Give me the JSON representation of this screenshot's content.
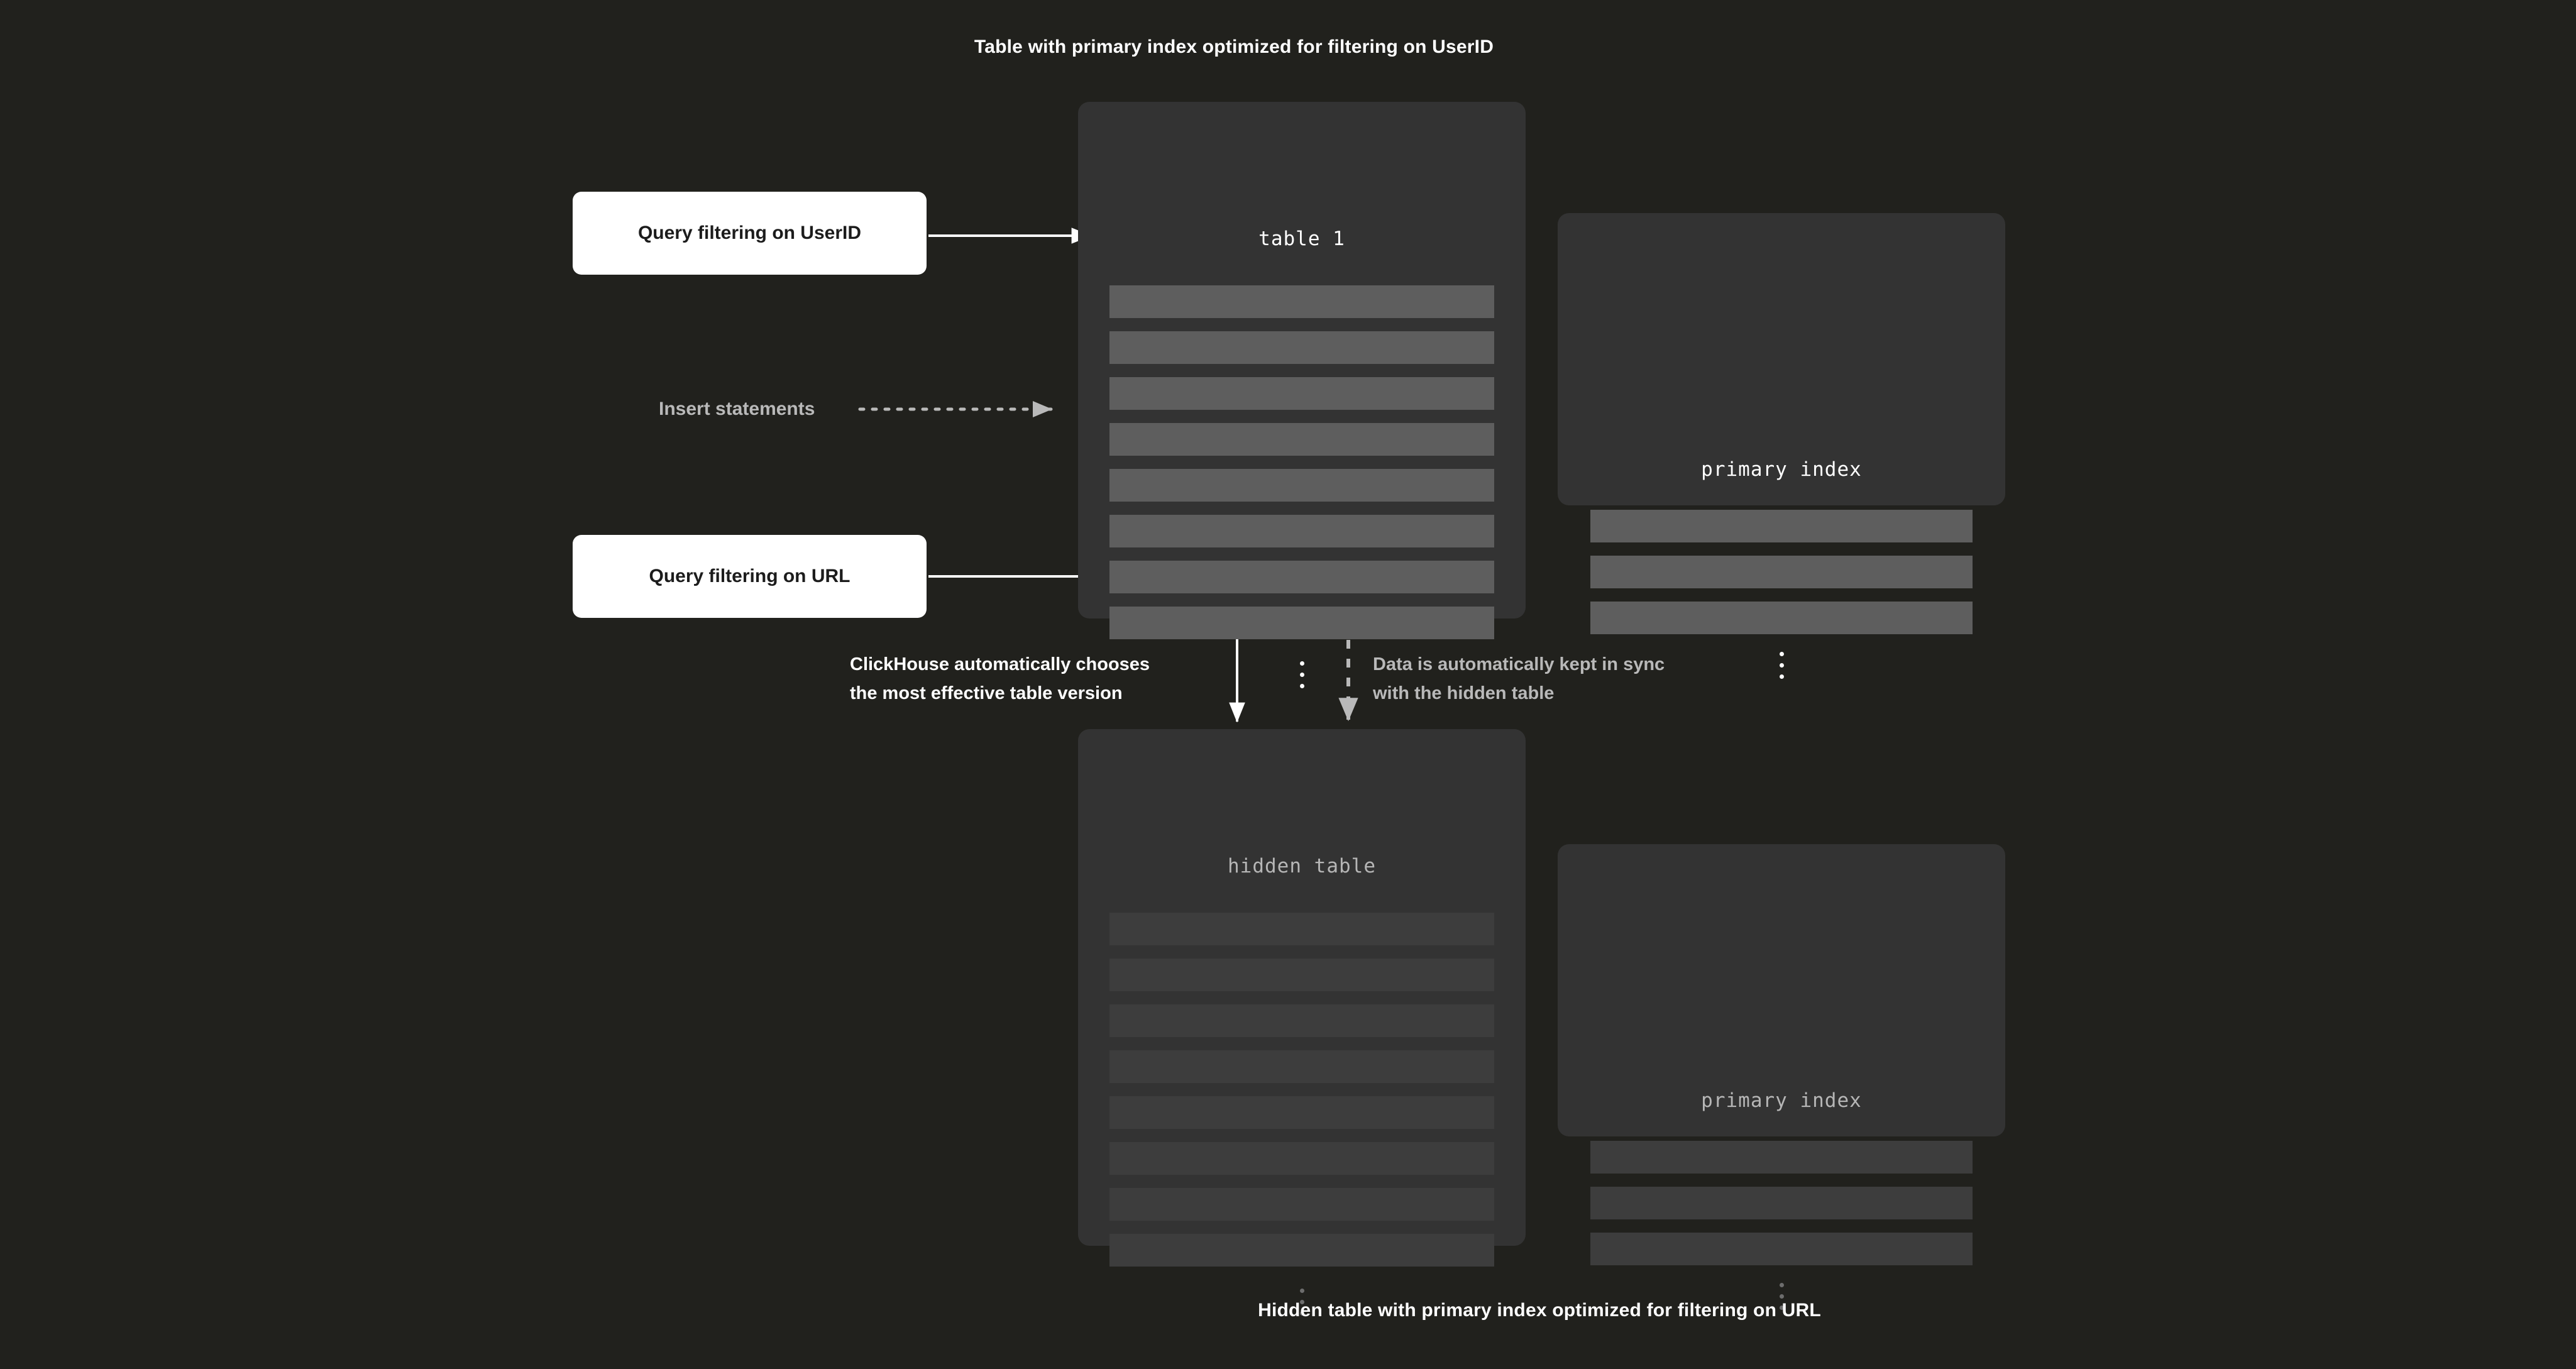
{
  "page": {
    "background": "#21211d",
    "caption_top": "Table with primary index optimized for filtering on UserID",
    "caption_bottom": "Hidden table with primary index optimized for filtering on URL"
  },
  "colors": {
    "page_background": "#21211d",
    "panel_background": "#333333",
    "active_row": "#5e5e5e",
    "dim_row": "#3d3d3d",
    "active_text": "#ffffff",
    "dim_text": "#b6b6b6",
    "connector_white": "#ffffff",
    "connector_gray": "#b9b9b9",
    "query_box_background": "#ffffff",
    "query_box_text": "#1c1c1c"
  },
  "panels": {
    "table1": {
      "title": "table 1",
      "state": "active",
      "row_count": 8,
      "ellipsis": "vertical-ellipsis"
    },
    "index1": {
      "title": "primary index",
      "state": "active",
      "row_count": 3,
      "ellipsis": "vertical-ellipsis"
    },
    "hidden_table": {
      "title": "hidden table",
      "state": "dim",
      "row_count": 8,
      "ellipsis": "vertical-ellipsis"
    },
    "index2": {
      "title": "primary index",
      "state": "dim",
      "row_count": 3,
      "ellipsis": "vertical-ellipsis"
    }
  },
  "query_boxes": {
    "userid": "Query filtering on UserID",
    "url": "Query filtering on URL"
  },
  "labels": {
    "insert": "Insert statements",
    "choose": "ClickHouse automatically chooses\nthe most effective table version",
    "sync": "Data is automatically kept in sync\nwith the hidden table"
  },
  "connectors": {
    "userid_to_table1": {
      "style": "solid",
      "color": "#ffffff",
      "arrow": "right"
    },
    "insert_to_table1": {
      "style": "dotted",
      "color": "#b9b9b9",
      "arrow": "right"
    },
    "url_to_hidden": {
      "style": "solid",
      "color": "#ffffff",
      "arrow": "down"
    },
    "table1_to_hidden": {
      "style": "dashed",
      "color": "#b9b9b9",
      "arrow": "down"
    }
  }
}
